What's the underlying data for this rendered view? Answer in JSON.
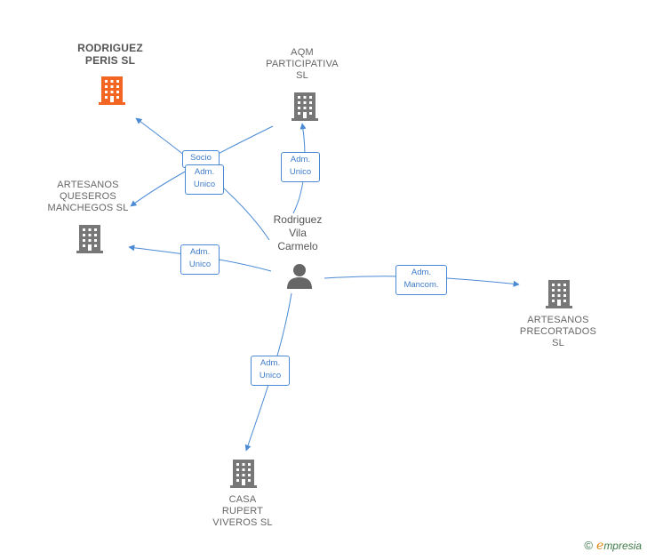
{
  "colors": {
    "edge": "#4a8ad4",
    "building_default": "#777777",
    "building_highlight": "#f26522",
    "person": "#666666"
  },
  "nodes": {
    "rodriguez_peris": {
      "label": "RODRIGUEZ\nPERIS  SL",
      "icon": "building-icon",
      "highlighted": true
    },
    "aqm": {
      "label": "AQM\nPARTICIPATIVA\nSL",
      "icon": "building-icon"
    },
    "artesanos_queseros": {
      "label": "ARTESANOS\nQUESEROS\nMANCHEGOS SL",
      "icon": "building-icon"
    },
    "center_person": {
      "label": "Rodriguez\nVila\nCarmelo",
      "icon": "person-icon"
    },
    "artesanos_precortados": {
      "label": "ARTESANOS\nPRECORTADOS\nSL",
      "icon": "building-icon"
    },
    "casa_rupert": {
      "label": "CASA\nRUPERT\nVIVEROS  SL",
      "icon": "building-icon"
    }
  },
  "edges": {
    "socio": "Socio",
    "adm_unico_queseros_top": "Adm.\nUnico",
    "adm_unico_aqm": "Adm.\nUnico",
    "adm_unico_queseros": "Adm.\nUnico",
    "adm_mancom": "Adm.\nMancom.",
    "adm_unico_casa": "Adm.\nUnico"
  },
  "brand": {
    "copyright": "©",
    "e_letter": "e",
    "rest": "mpresia"
  }
}
